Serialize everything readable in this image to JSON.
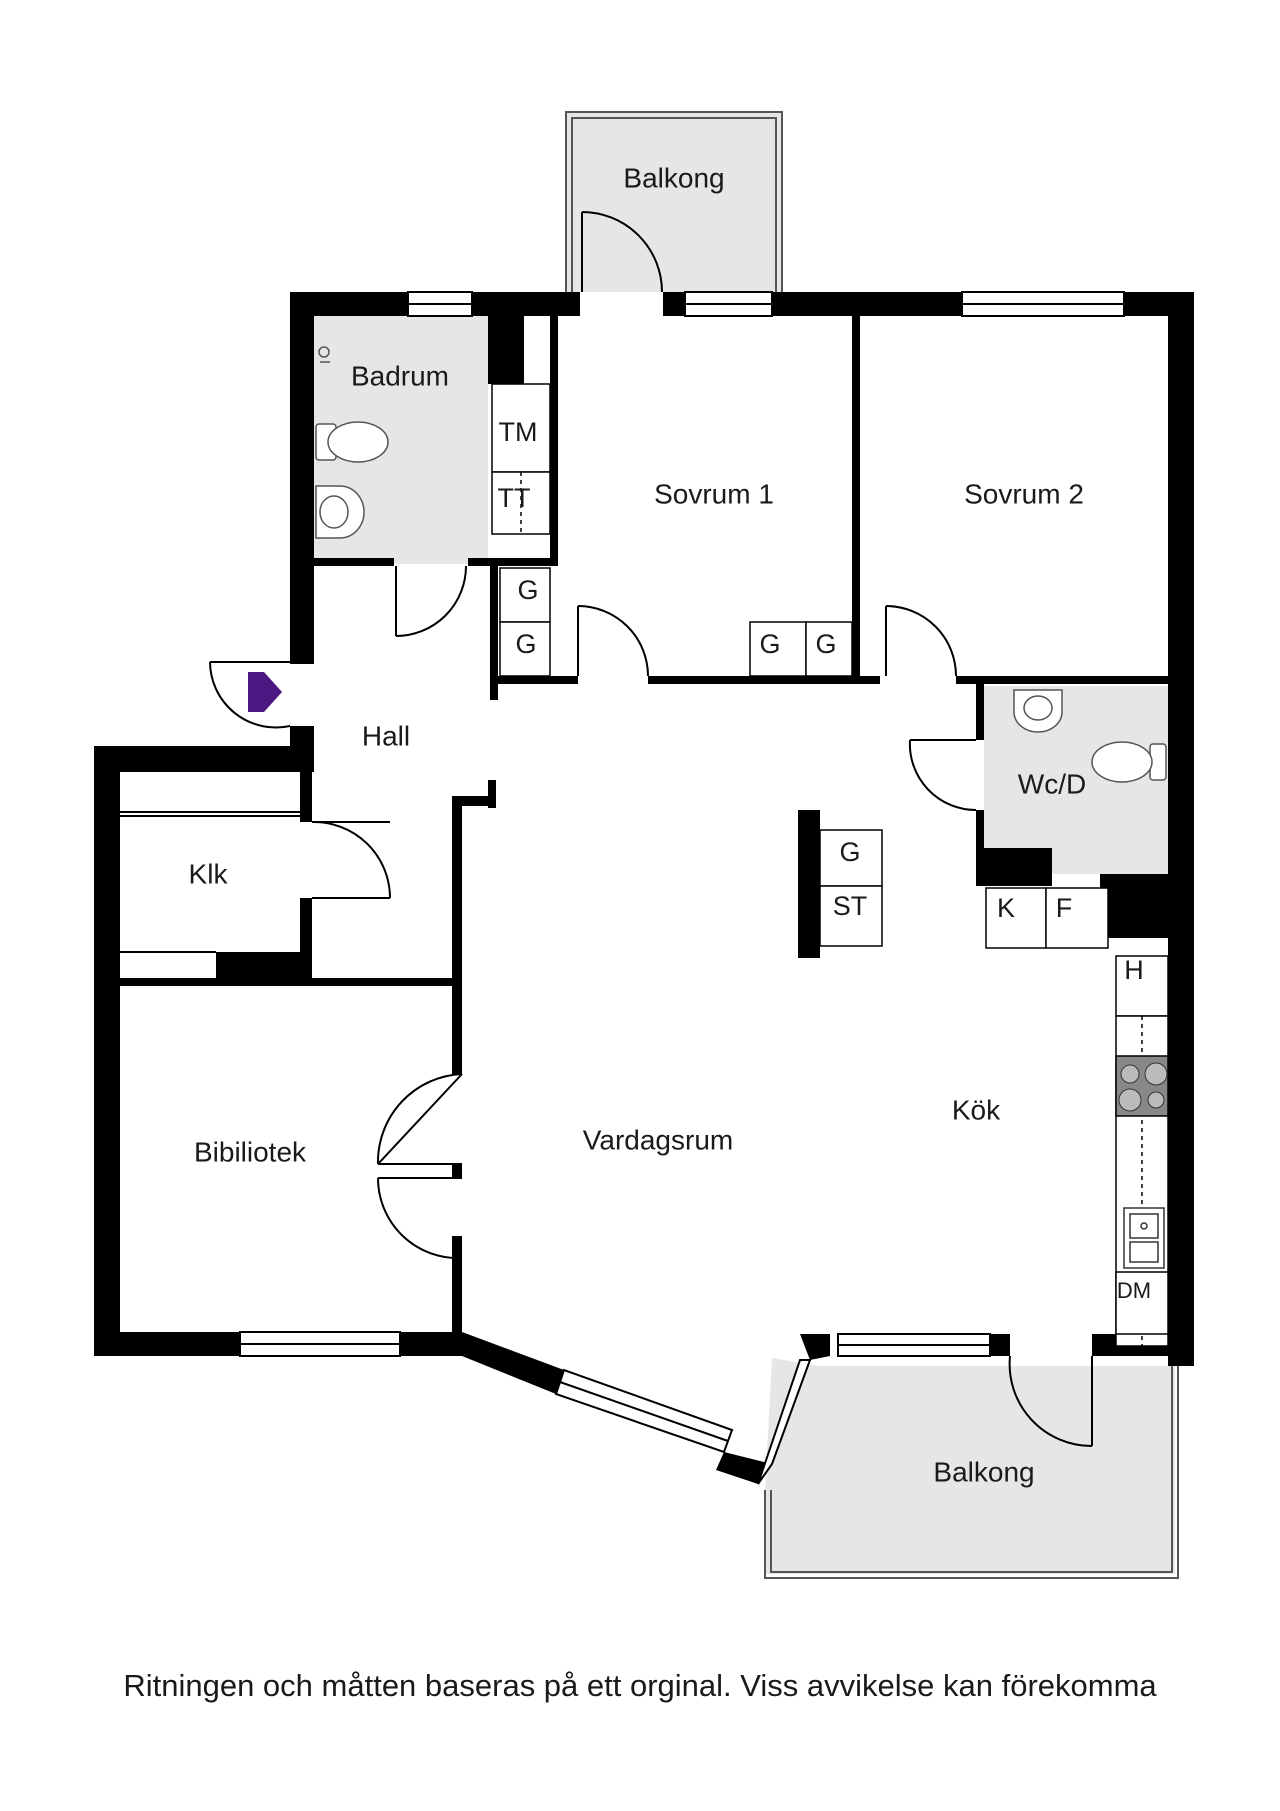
{
  "rooms": {
    "balkong_top": "Balkong",
    "badrum": "Badrum",
    "sovrum1": "Sovrum 1",
    "sovrum2": "Sovrum 2",
    "hall": "Hall",
    "wcd": "Wc/D",
    "klk": "Klk",
    "kok": "Kök",
    "bibliotek": "Bibiliotek",
    "vardagsrum": "Vardagsrum",
    "balkong_bottom": "Balkong"
  },
  "cabinets": {
    "tm": "TM",
    "tt": "TT",
    "hall_g1": "G",
    "hall_g2": "G",
    "sovrum1_g1": "G",
    "sovrum1_g2": "G",
    "vardag_g": "G",
    "vardag_st": "ST",
    "kok_k": "K",
    "kok_f": "F",
    "kok_h": "H",
    "kok_dm": "DM"
  },
  "disclaimer": "Ritningen och måtten baseras på ett orginal. Viss avvikelse kan förekomma",
  "colors": {
    "wall": "#000000",
    "wet_room_fill": "#e6e6e6",
    "balcony_fill": "#e6e6e6",
    "entrance_arrow": "#4b1780"
  },
  "icons": [
    "entrance-arrow-icon",
    "toilet-icon",
    "sink-icon",
    "stove-icon",
    "kitchen-sink-icon",
    "shower-icon"
  ]
}
